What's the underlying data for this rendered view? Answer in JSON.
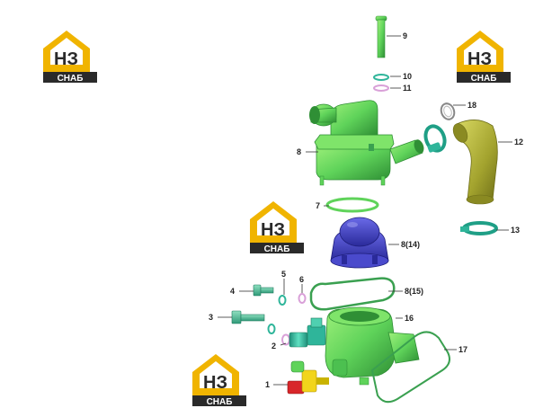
{
  "logo": {
    "mark": "НЗ",
    "caption": "СНАБ"
  },
  "parts": [
    {
      "id": "p1",
      "label": "1"
    },
    {
      "id": "p2",
      "label": "2"
    },
    {
      "id": "p3",
      "label": "3"
    },
    {
      "id": "p4",
      "label": "4"
    },
    {
      "id": "p5",
      "label": "5"
    },
    {
      "id": "p6",
      "label": "6"
    },
    {
      "id": "p7",
      "label": "7"
    },
    {
      "id": "p8",
      "label": "8"
    },
    {
      "id": "p8_14",
      "label": "8(14)"
    },
    {
      "id": "p8_15",
      "label": "8(15)"
    },
    {
      "id": "p9",
      "label": "9"
    },
    {
      "id": "p10",
      "label": "10"
    },
    {
      "id": "p11",
      "label": "11"
    },
    {
      "id": "p12",
      "label": "12"
    },
    {
      "id": "p13",
      "label": "13"
    },
    {
      "id": "p16",
      "label": "16"
    },
    {
      "id": "p17",
      "label": "17"
    },
    {
      "id": "p18",
      "label": "18"
    }
  ],
  "colors": {
    "green": "#5fd35a",
    "green_dark": "#2f8f35",
    "teal": "#2fb59a",
    "olive": "#a3a32e",
    "blue": "#3f3fbf",
    "pink": "#d9a0d8",
    "red": "#d8262a",
    "yellow": "#f2d51b",
    "logo_gold": "#f0b400",
    "logo_dark": "#2a2a2a"
  }
}
